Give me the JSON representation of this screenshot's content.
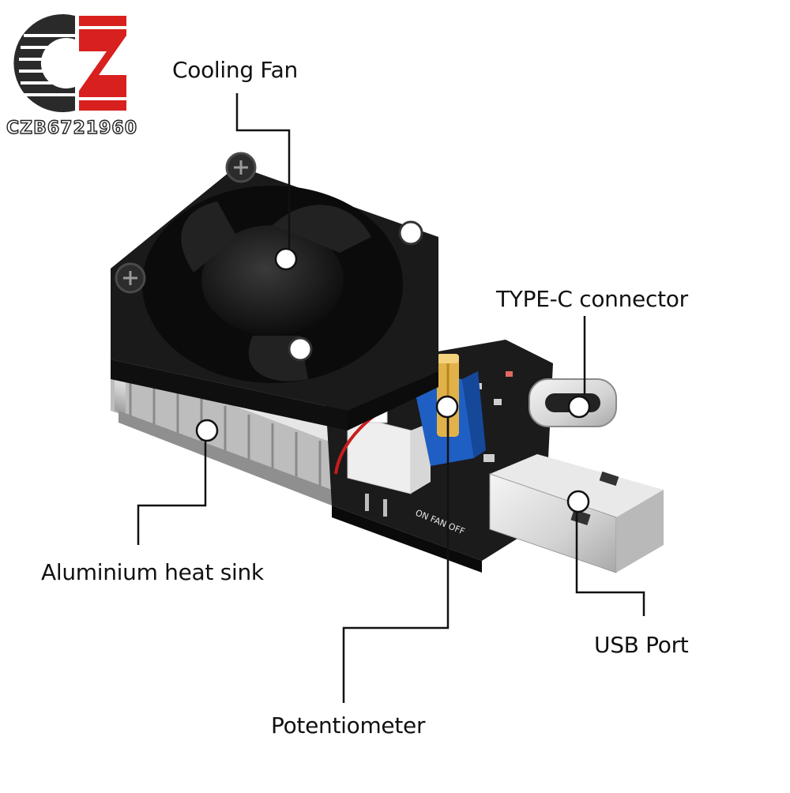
{
  "brand": {
    "watermark_text": "CZB6721960",
    "logo_name": "czb-logo"
  },
  "callouts": {
    "cooling_fan": "Cooling Fan",
    "typec_connector": "TYPE-C connector",
    "heat_sink": "Aluminium heat sink",
    "usb_port": "USB Port",
    "potentiometer": "Potentiometer"
  },
  "pcb_silkscreen": {
    "switch_labels": "ON FAN OFF"
  },
  "colors": {
    "logo_red": "#d8201e",
    "logo_dark": "#2a2a2a",
    "pcb": "#1b1b1b",
    "fan": "#151515",
    "heatsink": "#d9d9d9",
    "usb_metal": "#cfcfcf",
    "pot_body": "#1f5fc4",
    "leader_line": "#111111"
  }
}
